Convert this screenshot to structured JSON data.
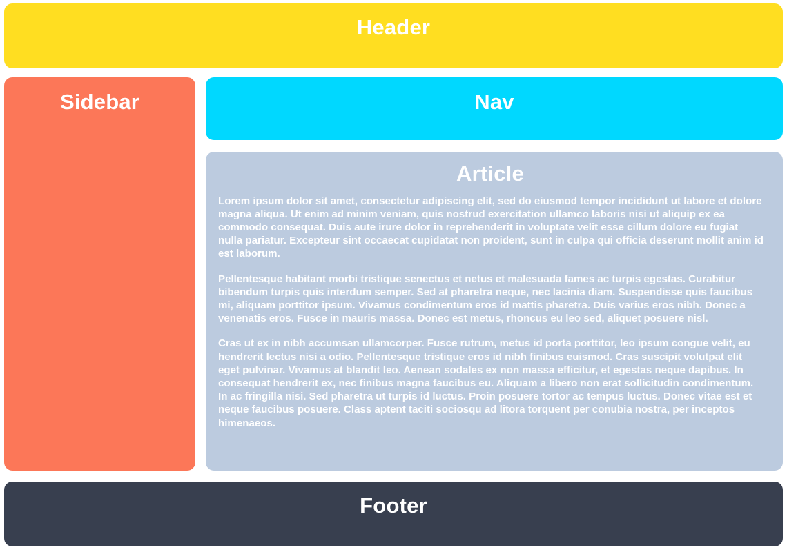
{
  "layout": {
    "name": "holy-grail-layout",
    "regions": [
      "header",
      "sidebar",
      "nav",
      "article",
      "footer"
    ]
  },
  "colors": {
    "page_background": "#FFFFFF",
    "header_background": "#FFDE21",
    "sidebar_background": "#FC7758",
    "nav_background": "#00D8FF",
    "article_background": "#BCCBDF",
    "footer_background": "#383F4F",
    "text": "#FFFFFF"
  },
  "header": {
    "title": "Header"
  },
  "sidebar": {
    "title": "Sidebar"
  },
  "nav": {
    "title": "Nav"
  },
  "article": {
    "title": "Article",
    "paragraphs": [
      "Lorem ipsum dolor sit amet, consectetur adipiscing elit, sed do eiusmod tempor incididunt ut labore et dolore magna aliqua. Ut enim ad minim veniam, quis nostrud exercitation ullamco laboris nisi ut aliquip ex ea commodo consequat. Duis aute irure dolor in reprehenderit in voluptate velit esse cillum dolore eu fugiat nulla pariatur. Excepteur sint occaecat cupidatat non proident, sunt in culpa qui officia deserunt mollit anim id est laborum.",
      "Pellentesque habitant morbi tristique senectus et netus et malesuada fames ac turpis egestas. Curabitur bibendum turpis quis interdum semper. Sed at pharetra neque, nec lacinia diam. Suspendisse quis faucibus mi, aliquam porttitor ipsum. Vivamus condimentum eros id mattis pharetra. Duis varius eros nibh. Donec a venenatis eros. Fusce in mauris massa. Donec est metus, rhoncus eu leo sed, aliquet posuere nisl.",
      "Cras ut ex in nibh accumsan ullamcorper. Fusce rutrum, metus id porta porttitor, leo ipsum congue velit, eu hendrerit lectus nisi a odio. Pellentesque tristique eros id nibh finibus euismod. Cras suscipit volutpat elit eget pulvinar. Vivamus at blandit leo. Aenean sodales ex non massa efficitur, et egestas neque dapibus. In consequat hendrerit ex, nec finibus magna faucibus eu. Aliquam a libero non erat sollicitudin condimentum. In ac fringilla nisi. Sed pharetra ut turpis id luctus. Proin posuere tortor ac tempus luctus. Donec vitae est et neque faucibus posuere. Class aptent taciti sociosqu ad litora torquent per conubia nostra, per inceptos himenaeos."
    ]
  },
  "footer": {
    "title": "Footer"
  }
}
